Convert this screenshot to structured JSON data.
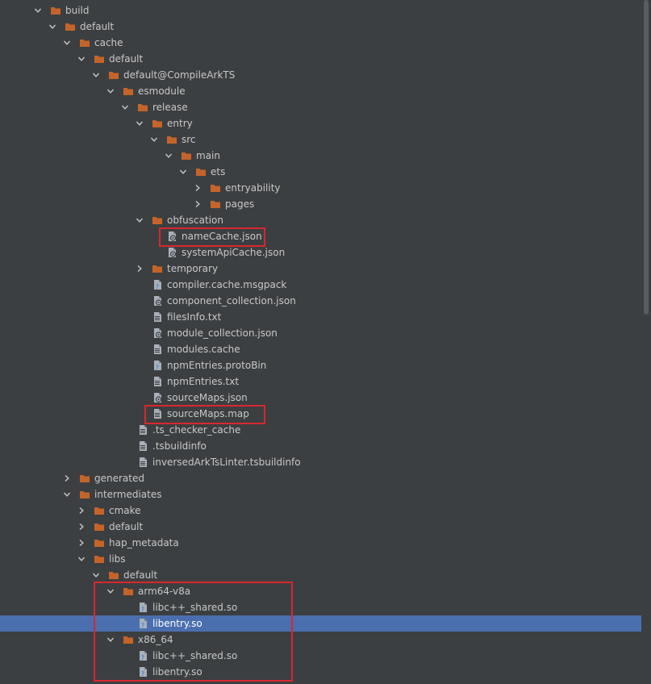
{
  "tree": [
    {
      "label": "build",
      "depth": 0,
      "type": "folder",
      "expanded": true
    },
    {
      "label": "default",
      "depth": 1,
      "type": "folder",
      "expanded": true
    },
    {
      "label": "cache",
      "depth": 2,
      "type": "folder",
      "expanded": true
    },
    {
      "label": "default",
      "depth": 3,
      "type": "folder",
      "expanded": true
    },
    {
      "label": "default@CompileArkTS",
      "depth": 4,
      "type": "folder",
      "expanded": true
    },
    {
      "label": "esmodule",
      "depth": 5,
      "type": "folder",
      "expanded": true
    },
    {
      "label": "release",
      "depth": 6,
      "type": "folder",
      "expanded": true
    },
    {
      "label": "entry",
      "depth": 7,
      "type": "folder",
      "expanded": true
    },
    {
      "label": "src",
      "depth": 8,
      "type": "folder",
      "expanded": true
    },
    {
      "label": "main",
      "depth": 9,
      "type": "folder",
      "expanded": true
    },
    {
      "label": "ets",
      "depth": 10,
      "type": "folder",
      "expanded": true
    },
    {
      "label": "entryability",
      "depth": 11,
      "type": "folder",
      "expanded": false
    },
    {
      "label": "pages",
      "depth": 11,
      "type": "folder",
      "expanded": false
    },
    {
      "label": "obfuscation",
      "depth": 7,
      "type": "folder",
      "expanded": true
    },
    {
      "label": "nameCache.json",
      "depth": 8,
      "type": "json"
    },
    {
      "label": "systemApiCache.json",
      "depth": 8,
      "type": "json"
    },
    {
      "label": "temporary",
      "depth": 7,
      "type": "folder",
      "expanded": false
    },
    {
      "label": "compiler.cache.msgpack",
      "depth": 7,
      "type": "unknown"
    },
    {
      "label": "component_collection.json",
      "depth": 7,
      "type": "json"
    },
    {
      "label": "filesInfo.txt",
      "depth": 7,
      "type": "text"
    },
    {
      "label": "module_collection.json",
      "depth": 7,
      "type": "json"
    },
    {
      "label": "modules.cache",
      "depth": 7,
      "type": "text"
    },
    {
      "label": "npmEntries.protoBin",
      "depth": 7,
      "type": "unknown"
    },
    {
      "label": "npmEntries.txt",
      "depth": 7,
      "type": "text"
    },
    {
      "label": "sourceMaps.json",
      "depth": 7,
      "type": "json"
    },
    {
      "label": "sourceMaps.map",
      "depth": 7,
      "type": "text"
    },
    {
      "label": ".ts_checker_cache",
      "depth": 6,
      "type": "text"
    },
    {
      "label": ".tsbuildinfo",
      "depth": 6,
      "type": "text"
    },
    {
      "label": "inversedArkTsLinter.tsbuildinfo",
      "depth": 6,
      "type": "text"
    },
    {
      "label": "generated",
      "depth": 2,
      "type": "folder",
      "expanded": false
    },
    {
      "label": "intermediates",
      "depth": 2,
      "type": "folder",
      "expanded": true
    },
    {
      "label": "cmake",
      "depth": 3,
      "type": "folder",
      "expanded": false
    },
    {
      "label": "default",
      "depth": 3,
      "type": "folder",
      "expanded": false
    },
    {
      "label": "hap_metadata",
      "depth": 3,
      "type": "folder",
      "expanded": false
    },
    {
      "label": "libs",
      "depth": 3,
      "type": "folder",
      "expanded": true
    },
    {
      "label": "default",
      "depth": 4,
      "type": "folder",
      "expanded": true
    },
    {
      "label": "arm64-v8a",
      "depth": 5,
      "type": "folder",
      "expanded": true
    },
    {
      "label": "libc++_shared.so",
      "depth": 6,
      "type": "unknown"
    },
    {
      "label": "libentry.so",
      "depth": 6,
      "type": "unknown",
      "selected": true
    },
    {
      "label": "x86_64",
      "depth": 5,
      "type": "folder",
      "expanded": true
    },
    {
      "label": "libc++_shared.so",
      "depth": 6,
      "type": "unknown"
    },
    {
      "label": "libentry.so",
      "depth": 6,
      "type": "unknown"
    }
  ],
  "colors": {
    "background": "#3c3f41",
    "text": "#c8c8c8",
    "folder": "#c5642a",
    "selection": "#4b6eaf",
    "highlight": "#d9272e"
  }
}
